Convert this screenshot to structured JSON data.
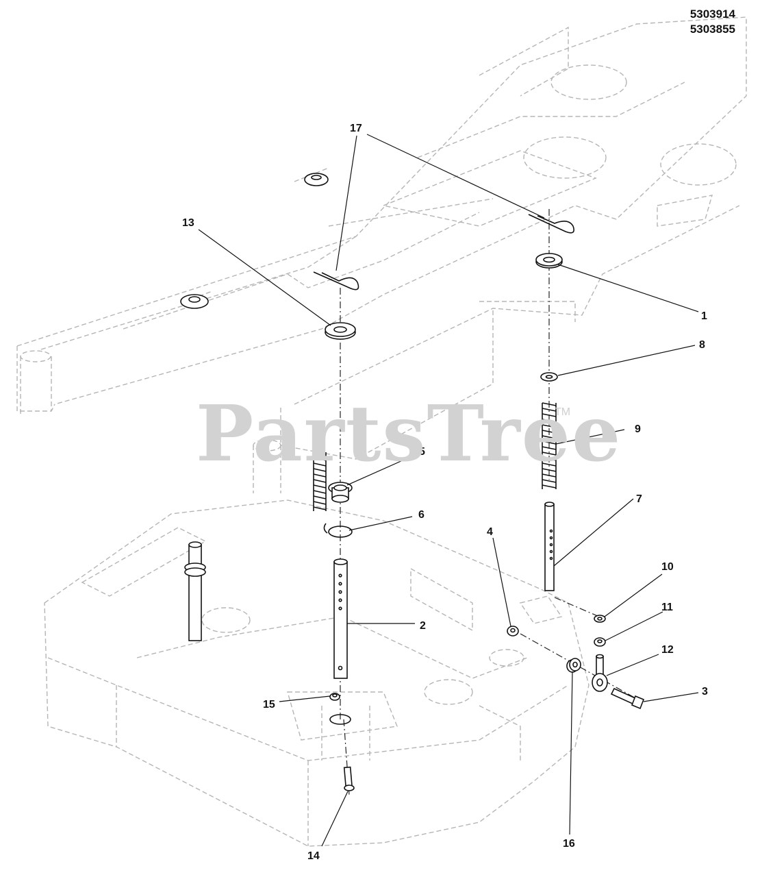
{
  "part_numbers": [
    "5303914",
    "5303855"
  ],
  "watermark": {
    "text": "PartsTree",
    "mark": "TM"
  },
  "callouts": [
    "1",
    "2",
    "3",
    "4",
    "5",
    "6",
    "7",
    "8",
    "9",
    "10",
    "11",
    "12",
    "13",
    "14",
    "15",
    "16",
    "17"
  ]
}
